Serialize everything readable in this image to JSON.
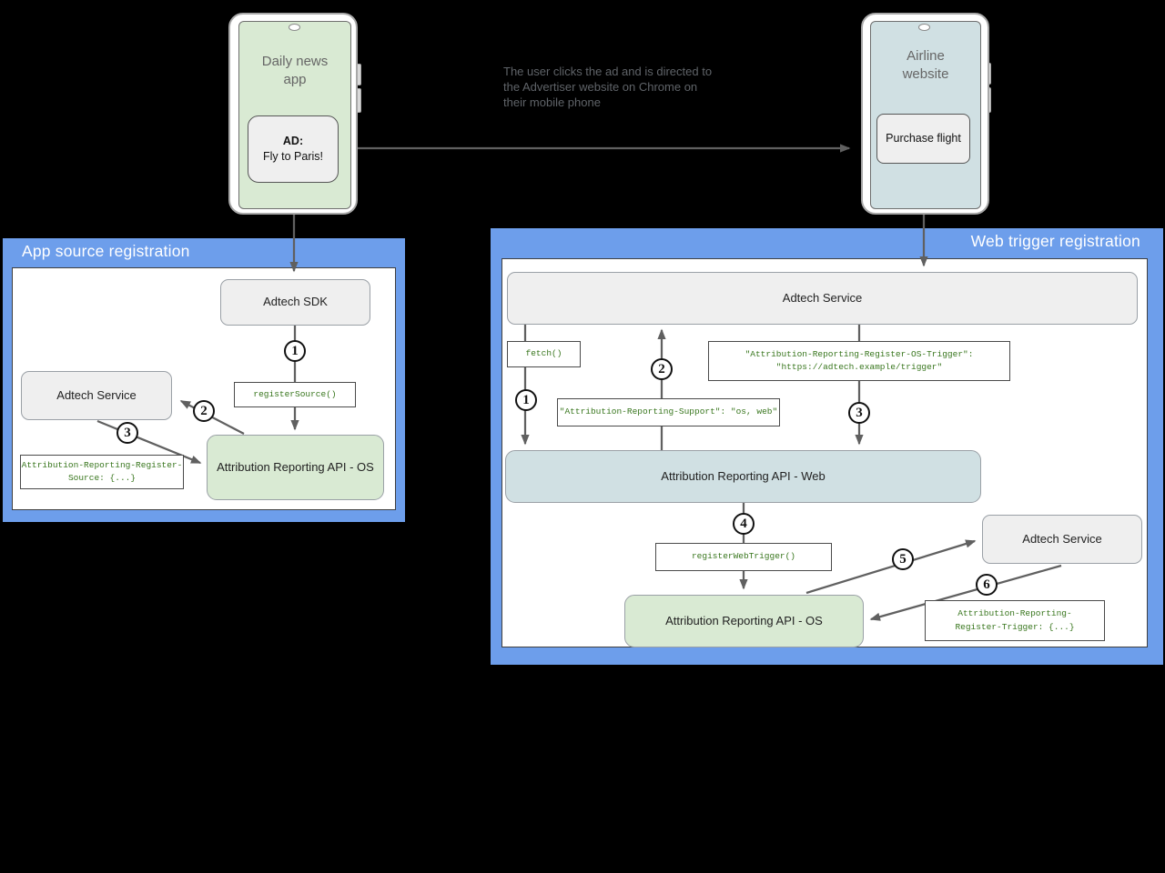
{
  "caption": "The user clicks the ad and is directed to the Advertiser website on Chrome on their mobile phone",
  "phone_left": {
    "title": "Daily news app",
    "ad_heading": "AD:",
    "ad_text": "Fly to Paris!"
  },
  "phone_right": {
    "title": "Airline website",
    "button": "Purchase flight"
  },
  "app_panel": {
    "title": "App source registration",
    "adtech_sdk": "Adtech SDK",
    "register_source": "registerSource()",
    "adtech_service": "Adtech Service",
    "os_api": "Attribution Reporting API - OS",
    "source_header_line1": "Attribution-Reporting-Register-",
    "source_header_line2": "Source: {...}",
    "steps": [
      "1",
      "2",
      "3"
    ]
  },
  "web_panel": {
    "title": "Web trigger registration",
    "adtech_service_top": "Adtech Service",
    "fetch_call": "fetch()",
    "os_trigger_header_line1": "\"Attribution-Reporting-Register-OS-Trigger\":",
    "os_trigger_header_line2": "\"https://adtech.example/trigger\"",
    "support_header": "\"Attribution-Reporting-Support\": \"os, web\"",
    "web_api": "Attribution Reporting API - Web",
    "register_web_trigger": "registerWebTrigger()",
    "os_api": "Attribution Reporting API - OS",
    "adtech_service_right": "Adtech Service",
    "trigger_header_line1": "Attribution-Reporting-",
    "trigger_header_line2": "Register-Trigger: {...}",
    "steps": [
      "1",
      "2",
      "3",
      "4",
      "5",
      "6"
    ]
  },
  "colors": {
    "panel_blue": "#6d9eeb",
    "node_green": "#d9ead3",
    "node_blue": "#d0e0e3",
    "node_gray": "#efefef",
    "code_green": "#38761d",
    "arrow_gray": "#606060",
    "background": "#000000"
  }
}
